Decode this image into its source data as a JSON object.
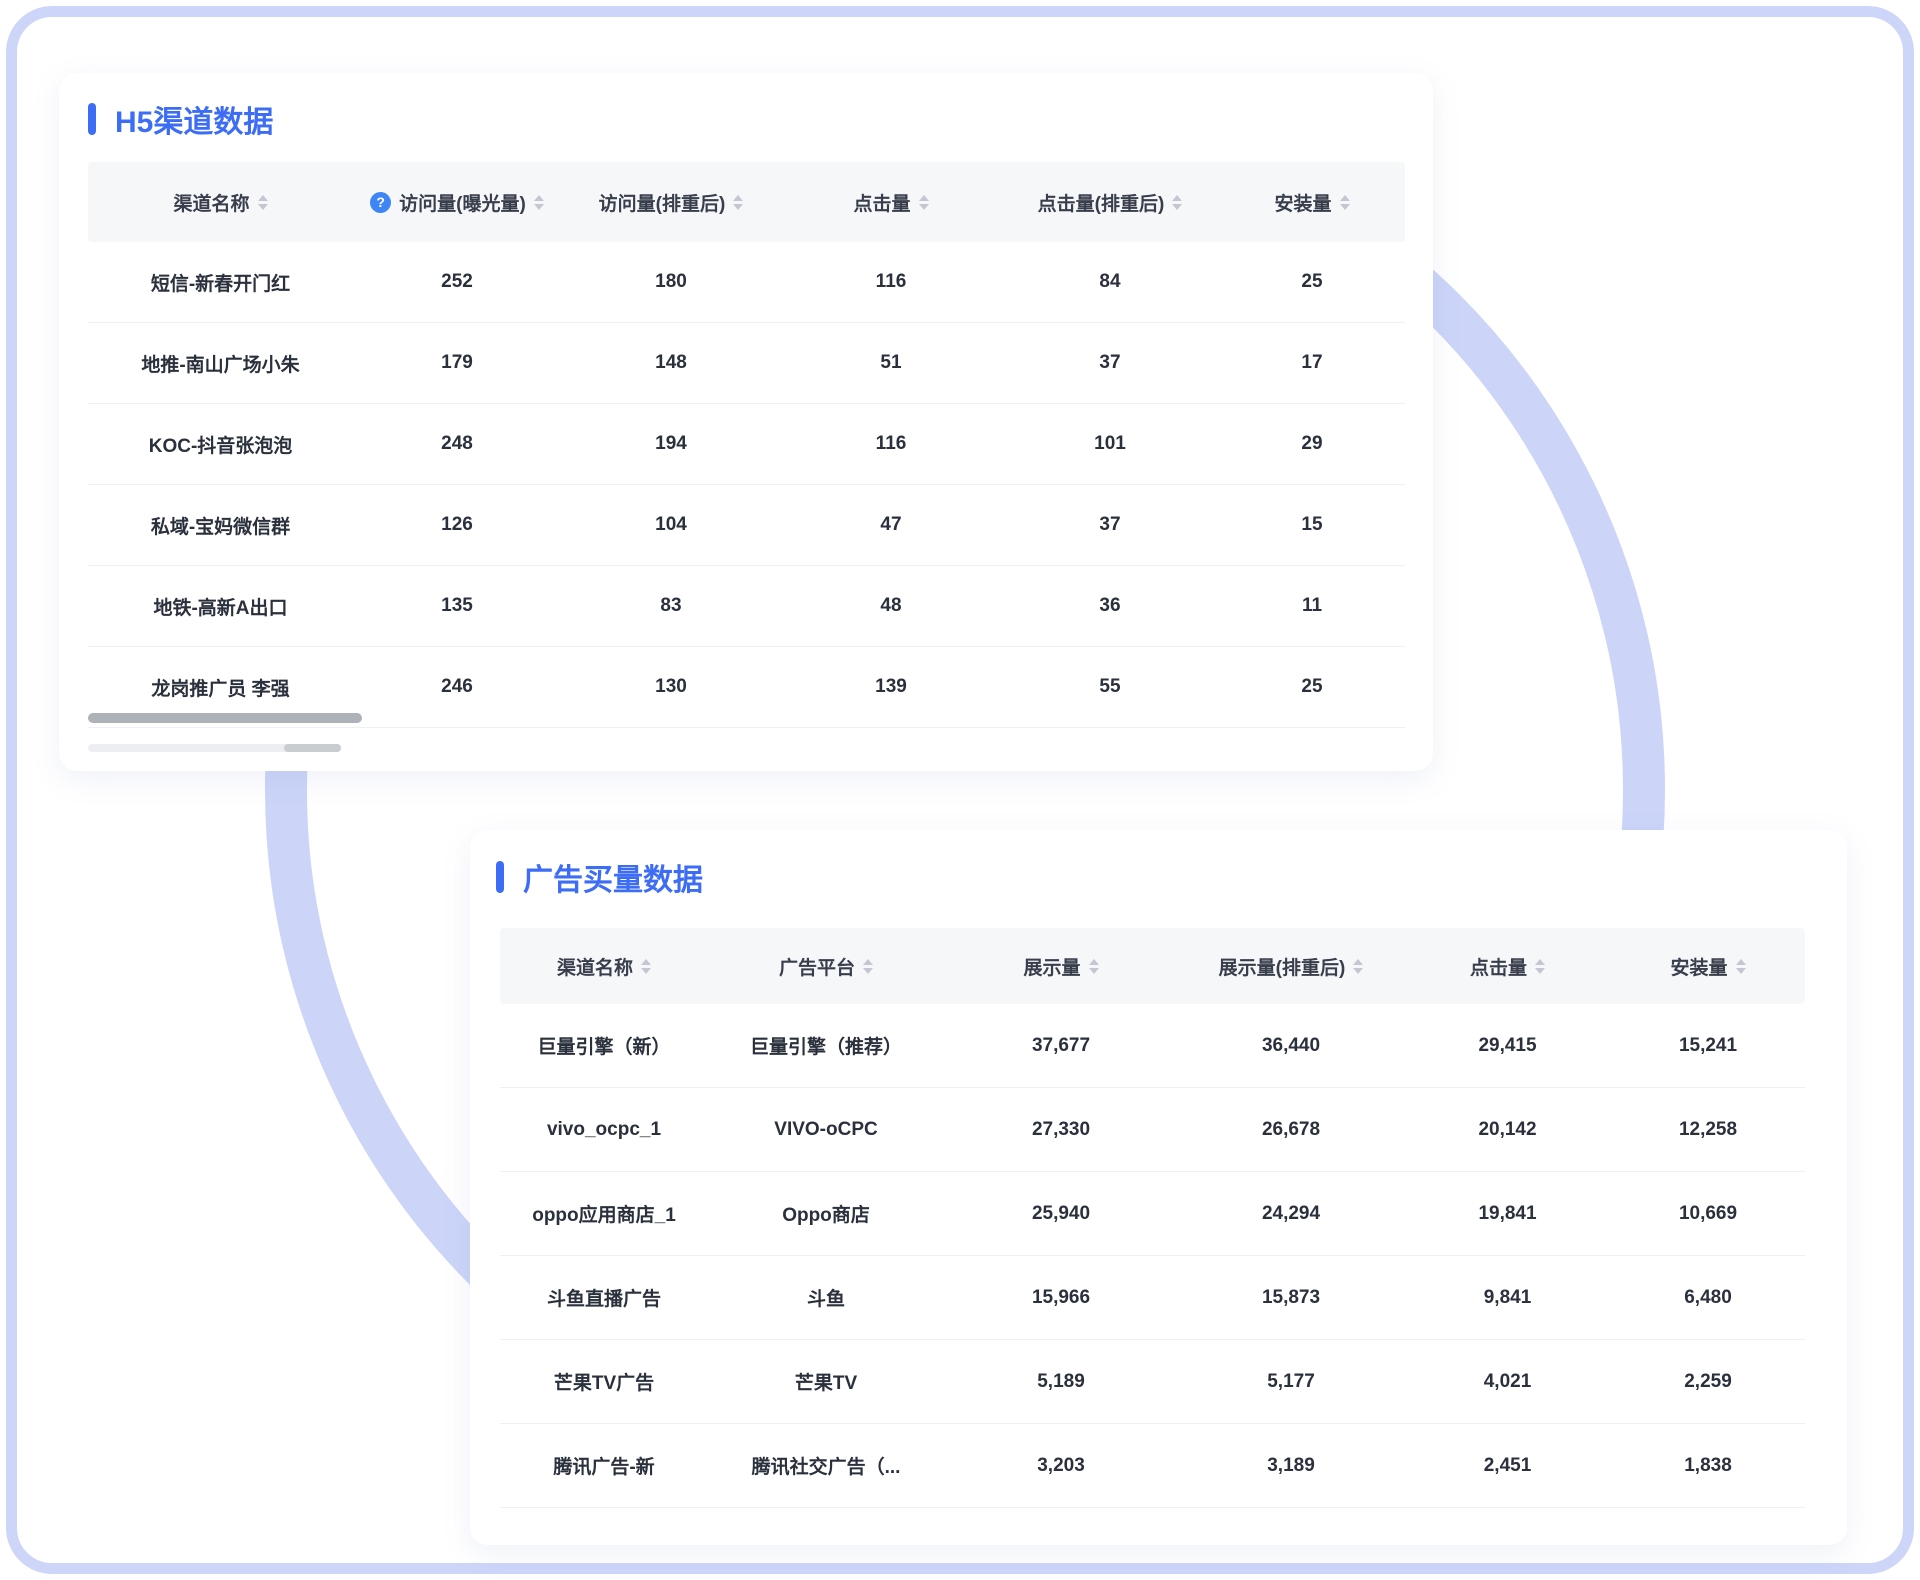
{
  "theme": {
    "accent_blue": "#3D6DF5",
    "info_icon_blue": "#3E86F6",
    "ring_lavender": "#CCD5F8",
    "frame_lavender": "#CDD6F9",
    "table_header_bg": "#F6F7F9",
    "text_dark": "#2A303C",
    "sort_caret_gray": "#C2C7D2",
    "scrollbar_gray": "#ADB1B8"
  },
  "icons": {
    "info_glyph": "?"
  },
  "h5_card": {
    "title": "H5渠道数据",
    "columns": [
      "渠道名称",
      "访问量(曝光量)",
      "访问量(排重后)",
      "点击量",
      "点击量(排重后)",
      "安装量"
    ],
    "rows": [
      [
        "短信-新春开门红",
        "252",
        "180",
        "116",
        "84",
        "25"
      ],
      [
        "地推-南山广场小朱",
        "179",
        "148",
        "51",
        "37",
        "17"
      ],
      [
        "KOC-抖音张泡泡",
        "248",
        "194",
        "116",
        "101",
        "29"
      ],
      [
        "私域-宝妈微信群",
        "126",
        "104",
        "47",
        "37",
        "15"
      ],
      [
        "地铁-高新A出口",
        "135",
        "83",
        "48",
        "36",
        "11"
      ],
      [
        "龙岗推广员 李强",
        "246",
        "130",
        "139",
        "55",
        "25"
      ]
    ]
  },
  "ad_card": {
    "title": "广告买量数据",
    "columns": [
      "渠道名称",
      "广告平台",
      "展示量",
      "展示量(排重后)",
      "点击量",
      "安装量"
    ],
    "rows": [
      [
        "巨量引擎（新）",
        "巨量引擎（推荐）",
        "37,677",
        "36,440",
        "29,415",
        "15,241"
      ],
      [
        "vivo_ocpc_1",
        "VIVO-oCPC",
        "27,330",
        "26,678",
        "20,142",
        "12,258"
      ],
      [
        "oppo应用商店_1",
        "Oppo商店",
        "25,940",
        "24,294",
        "19,841",
        "10,669"
      ],
      [
        "斗鱼直播广告",
        "斗鱼",
        "15,966",
        "15,873",
        "9,841",
        "6,480"
      ],
      [
        "芒果TV广告",
        "芒果TV",
        "5,189",
        "5,177",
        "4,021",
        "2,259"
      ],
      [
        "腾讯广告-新",
        "腾讯社交广告（...",
        "3,203",
        "3,189",
        "2,451",
        "1,838"
      ]
    ]
  }
}
